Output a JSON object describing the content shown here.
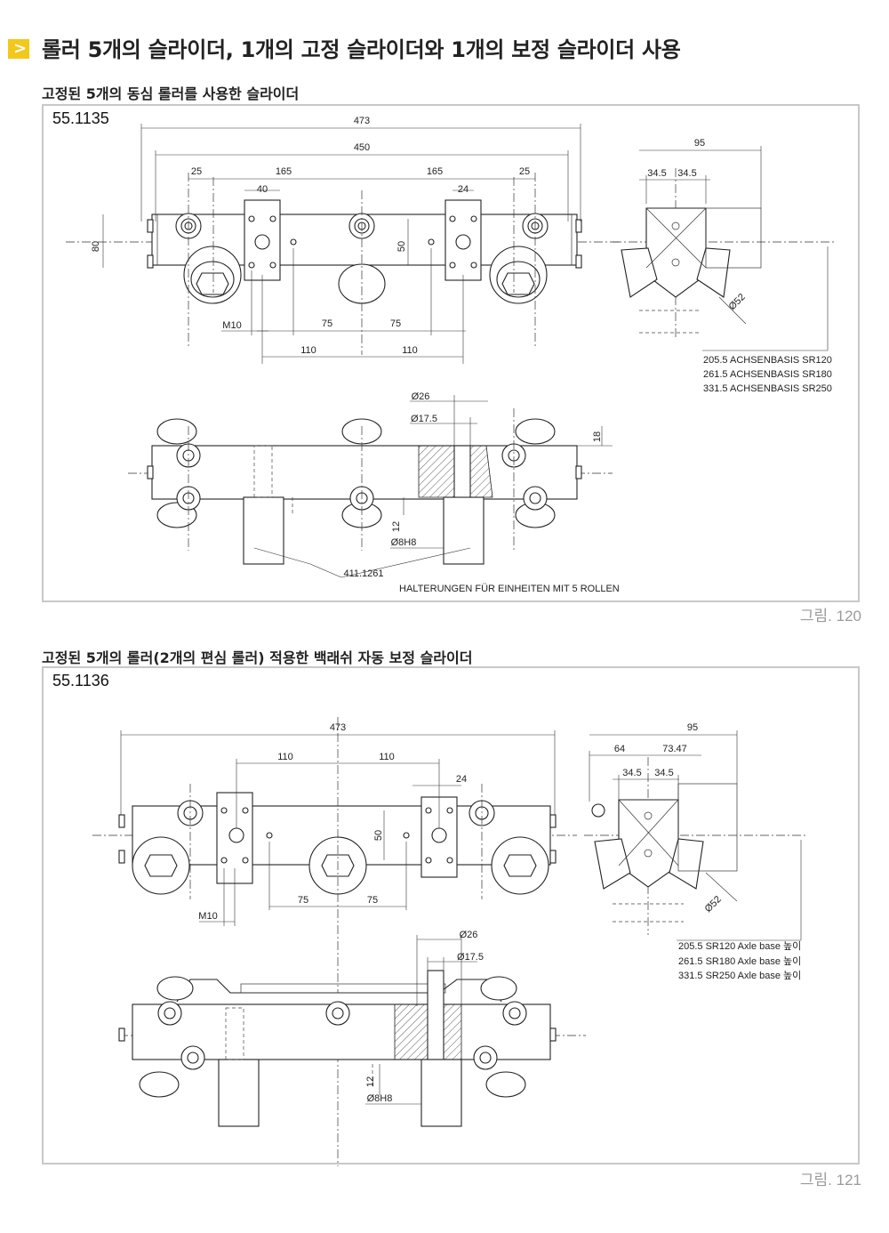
{
  "header": {
    "icon": "chevron-right-icon",
    "title": "롤러 5개의 슬라이더, 1개의 고정 슬라이더와 1개의 보정 슬라이더 사용",
    "accent_color": "#f3c81a"
  },
  "section1": {
    "title": "고정된 5개의 동심 롤러를 사용한 슬라이더",
    "part_no": "55.1135",
    "figure_caption": "그림. 120",
    "dims": {
      "d473": "473",
      "d450": "450",
      "d25a": "25",
      "d165a": "165",
      "d165b": "165",
      "d25b": "25",
      "d40": "40",
      "d24": "24",
      "d95": "95",
      "d345a": "34.5",
      "d345b": "34.5",
      "d80": "80",
      "d50": "50",
      "m10": "M10",
      "d75a": "75",
      "d75b": "75",
      "d110a": "110",
      "d110b": "110",
      "o52": "Ø52",
      "o26": "Ø26",
      "o175": "Ø17.5",
      "d18": "18",
      "d12": "12",
      "o8h8": "Ø8H8",
      "ref": "411.1261"
    },
    "axis_notes": [
      "205.5 ACHSENBASIS SR120",
      "261.5 ACHSENBASIS SR180",
      "331.5 ACHSENBASIS SR250"
    ],
    "bracket_note": "HALTERUNGEN FÜR EINHEITEN MIT 5 ROLLEN"
  },
  "section2": {
    "title": "고정된 5개의 롤러(2개의 편심 롤러) 적용한 백래쉬 자동 보정 슬라이더",
    "part_no": "55.1136",
    "figure_caption": "그림. 121",
    "dims": {
      "d473": "473",
      "d110a": "110",
      "d110b": "110",
      "d24": "24",
      "d50": "50",
      "d75a": "75",
      "d75b": "75",
      "m10": "M10",
      "d95": "95",
      "d64": "64",
      "d7347": "73.47",
      "d345a": "34.5",
      "d345b": "34.5",
      "o52": "Ø52",
      "o26": "Ø26",
      "o175": "Ø17.5",
      "d12": "12",
      "o8h8": "Ø8H8"
    },
    "axis_notes": [
      "205.5 SR120 Axle base 높이",
      "261.5 SR180 Axle base 높이",
      "331.5 SR250 Axle base 높이"
    ]
  }
}
